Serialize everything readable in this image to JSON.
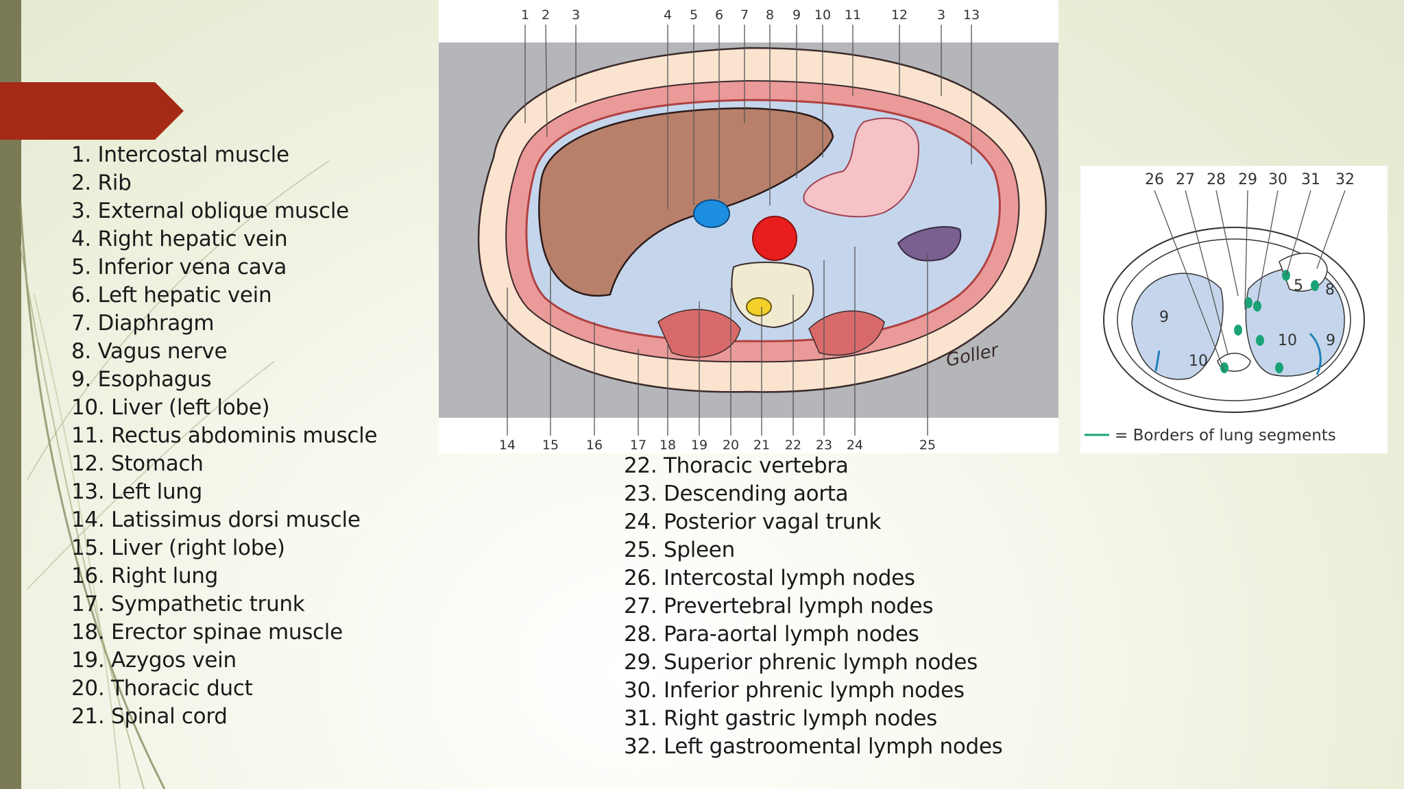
{
  "legend": {
    "left": [
      "1. Intercostal muscle",
      "2. Rib",
      "3. External oblique muscle",
      "4. Right hepatic vein",
      "5. Inferior vena cava",
      "6. Left hepatic vein",
      "7. Diaphragm",
      "8. Vagus nerve",
      "9. Esophagus",
      "10. Liver (left lobe)",
      "11. Rectus abdominis muscle",
      "12. Stomach",
      "13. Left lung",
      "14. Latissimus dorsi muscle",
      "15. Liver (right lobe)",
      "16. Right lung",
      "17. Sympathetic trunk",
      "18. Erector spinae muscle",
      "19. Azygos vein",
      "20. Thoracic duct",
      "21. Spinal cord"
    ],
    "right": [
      "22. Thoracic vertebra",
      "23. Descending aorta",
      "24. Posterior vagal trunk",
      "25. Spleen",
      "26. Intercostal lymph nodes",
      "27. Prevertebral lymph nodes",
      "28. Para-aortal lymph nodes",
      "29. Superior phrenic lymph nodes",
      "30. Inferior phrenic lymph nodes",
      "31. Right gastric lymph nodes",
      "32. Left gastroomental lymph nodes"
    ]
  },
  "main_figure": {
    "top_labels": [
      "1",
      "2",
      "3",
      "4",
      "5",
      "6",
      "7",
      "8",
      "9",
      "10",
      "11",
      "12",
      "3",
      "13"
    ],
    "bottom_labels": [
      "14",
      "15",
      "16",
      "17",
      "18",
      "19",
      "20",
      "21",
      "22",
      "23",
      "24",
      "25"
    ],
    "signature": "Goller"
  },
  "inset_figure": {
    "top_labels": [
      "26",
      "27",
      "28",
      "29",
      "30",
      "31",
      "32"
    ],
    "segment_labels": [
      "9",
      "10",
      "5",
      "8",
      "10",
      "9"
    ],
    "legend_text": "= Borders of lung segments"
  },
  "colors": {
    "accent_red": "#a52a16",
    "side_bar": "#7a7a55",
    "liver": "#b8806a",
    "lung": "#c5d6ec",
    "muscle": "#e88f8f",
    "aorta": "#e81d1d",
    "ivc": "#1e8fe0",
    "lymph_node": "#1aa377"
  }
}
